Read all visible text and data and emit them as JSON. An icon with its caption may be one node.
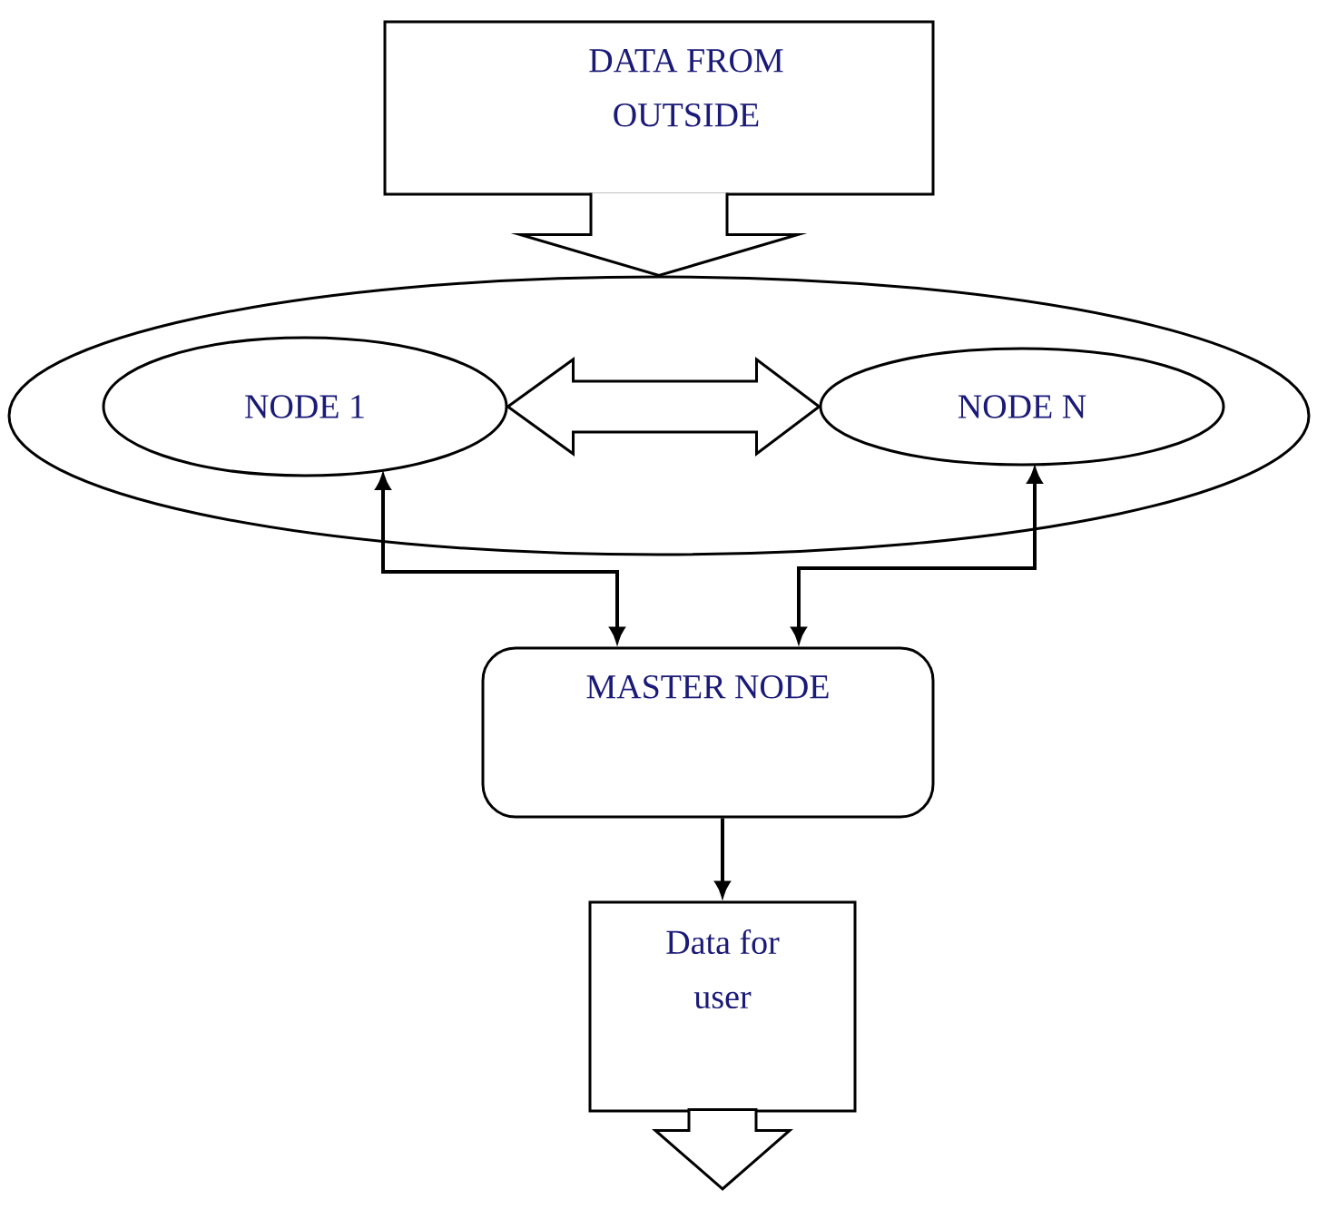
{
  "diagram": {
    "nodes": [
      {
        "text": [
          "DATA FROM OUTSIDE"
        ]
      },
      {
        "text": [],
        "shape": "ellipse"
      },
      {
        "text": [
          "NODE 1"
        ],
        "in": 1
      },
      {
        "text": [
          "NODE N"
        ],
        "in": 1
      },
      {
        "text": [
          "MASTER NODE"
        ]
      },
      {
        "text": [
          "Data for user"
        ]
      }
    ],
    "edges": [
      {
        "from": 0,
        "to": 1,
        "arrow": "to"
      },
      {
        "from": 2,
        "to": 3,
        "arrow": "both"
      },
      {
        "from": 4,
        "to": 2,
        "arrow": "both"
      },
      {
        "from": 4,
        "to": 3,
        "arrow": "both"
      },
      {
        "from": 4,
        "to": 5,
        "arrow": "to"
      },
      {
        "from": 5,
        "to": null,
        "arrow": "to"
      }
    ]
  }
}
